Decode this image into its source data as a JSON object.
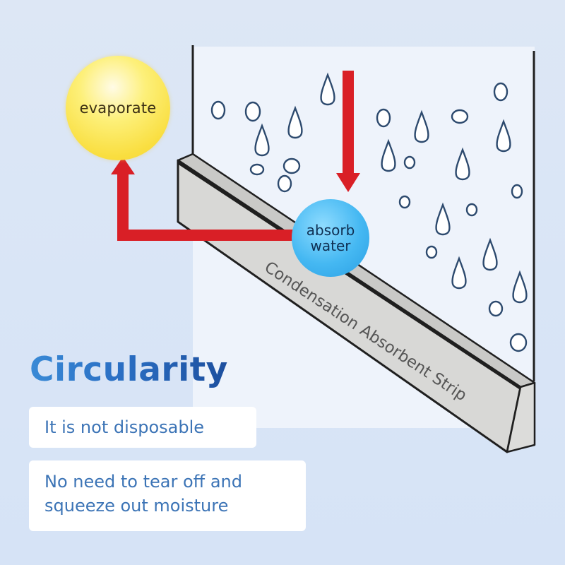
{
  "diagram": {
    "type": "process-cycle",
    "bubbles": {
      "evaporate": {
        "label": "evaporate",
        "color": "#f9de3f"
      },
      "absorb": {
        "label_line1": "absorb",
        "label_line2": "water",
        "color": "#45b8f2"
      }
    },
    "strip": {
      "label": "Condensation Absorbent Strip",
      "color": "#d8d8d6"
    },
    "arrows": {
      "color": "#d91f26",
      "flow": [
        "down into absorb water",
        "left then up to evaporate"
      ]
    },
    "droplets_color": "#2d4a6e"
  },
  "heading": {
    "title": "Circularity"
  },
  "features": [
    {
      "lines": [
        "It is not disposable"
      ]
    },
    {
      "lines": [
        "No need to tear off and",
        "squeeze out moisture"
      ]
    }
  ]
}
